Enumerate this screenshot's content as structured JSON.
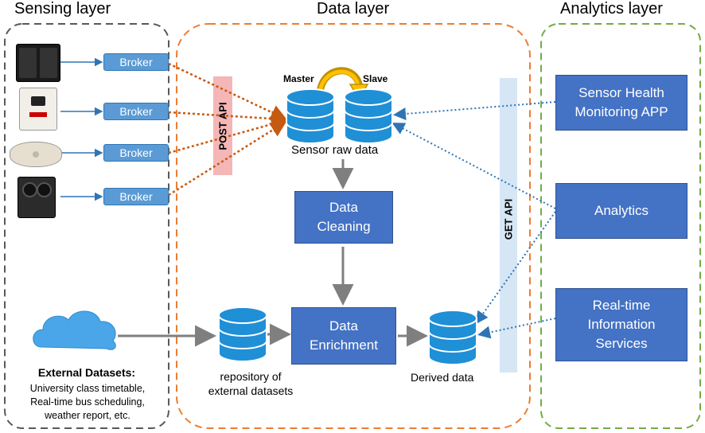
{
  "layers": {
    "sensing": "Sensing layer",
    "data": "Data layer",
    "analytics": "Analytics layer"
  },
  "brokers": [
    "Broker",
    "Broker",
    "Broker",
    "Broker"
  ],
  "apis": {
    "post": "POST API",
    "get": "GET API"
  },
  "replication": {
    "master": "Master",
    "slave": "Slave",
    "caption": "Sensor raw data"
  },
  "processing": {
    "cleaning": "Data Cleaning",
    "enrichment": "Data Enrichment"
  },
  "stores": {
    "repository": "repository of external datasets",
    "derived": "Derived data"
  },
  "external": {
    "title": "External Datasets:",
    "line1": "University class timetable,",
    "line2": "Real-time bus scheduling,",
    "line3": "weather report, etc."
  },
  "apps": {
    "health": "Sensor Health Monitoring APP",
    "analytics": "Analytics",
    "realtime": "Real-time Information Services"
  },
  "colors": {
    "sensing_border": "#595959",
    "data_border": "#ed7d31",
    "analytics_border": "#70ad47",
    "box_blue": "#4472c4",
    "broker_blue": "#5b9bd5",
    "post_api": "#f4b6b6",
    "get_api": "#d6e6f5",
    "orange_arrow": "#c55a11",
    "blue_arrow": "#2e75b6",
    "gray_arrow": "#7f7f7f"
  }
}
